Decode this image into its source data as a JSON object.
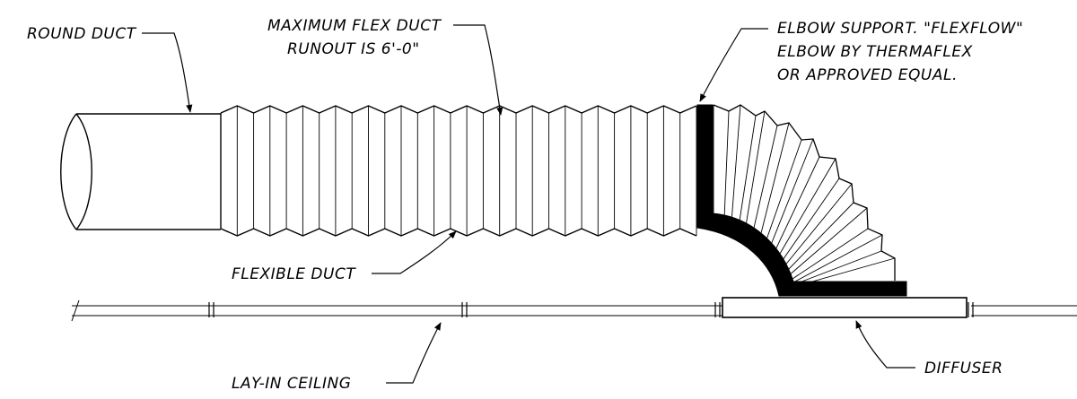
{
  "diagram": {
    "labels": {
      "round_duct": "ROUND DUCT",
      "max_flex_line1": "MAXIMUM FLEX DUCT",
      "max_flex_line2": "RUNOUT IS 6'-0\"",
      "elbow_line1": "ELBOW SUPPORT.  \"FLEXFLOW\"",
      "elbow_line2": "ELBOW BY THERMAFLEX",
      "elbow_line3": "OR APPROVED EQUAL.",
      "flexible_duct": "FLEXIBLE DUCT",
      "lay_in_ceiling": "LAY-IN CEILING",
      "diffuser": "DIFFUSER"
    },
    "colors": {
      "line": "#000000",
      "background": "#ffffff"
    }
  }
}
